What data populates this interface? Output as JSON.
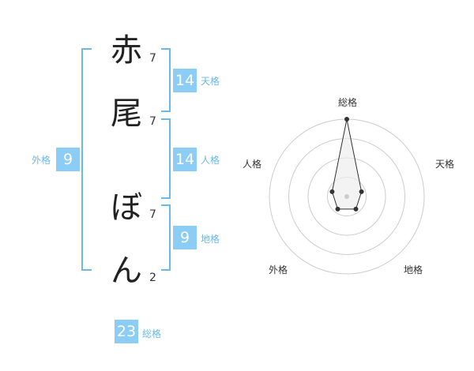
{
  "name": {
    "characters": [
      {
        "char": "赤",
        "strokes": "7"
      },
      {
        "char": "尾",
        "strokes": "7"
      },
      {
        "char": "ぼ",
        "strokes": "7"
      },
      {
        "char": "ん",
        "strokes": "2"
      }
    ]
  },
  "fortunes": {
    "ten": {
      "value": "14",
      "label": "天格"
    },
    "jin": {
      "value": "14",
      "label": "人格"
    },
    "chi": {
      "value": "9",
      "label": "地格"
    },
    "gai": {
      "value": "9",
      "label": "外格"
    },
    "so": {
      "value": "23",
      "label": "総格"
    }
  },
  "chart_data": {
    "type": "radar",
    "axes": [
      "総格",
      "天格",
      "地格",
      "外格",
      "人格"
    ],
    "values": [
      5,
      1,
      1,
      1,
      1
    ],
    "rmax": 5,
    "rings": 4,
    "colors": {
      "stroke": "#333333",
      "fill": "#eeeeee",
      "ring": "#cccccc",
      "center": "#cccccc"
    }
  }
}
